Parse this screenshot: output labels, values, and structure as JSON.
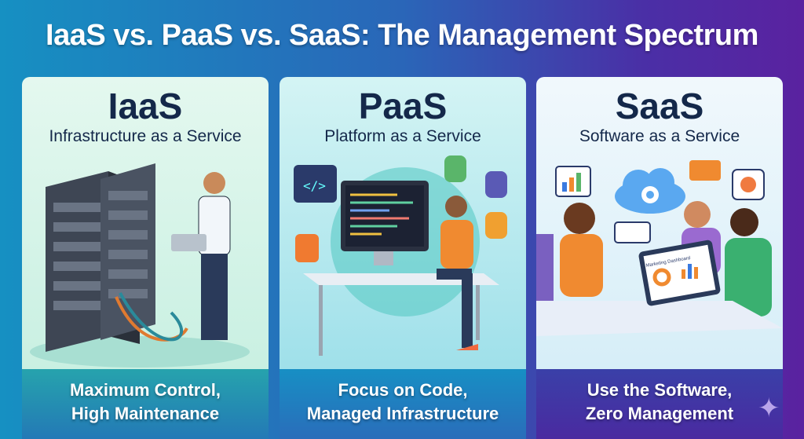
{
  "title": "IaaS vs. PaaS vs. SaaS: The Management Spectrum",
  "cards": [
    {
      "name": "IaaS",
      "subtitle": "Infrastructure as a Service",
      "tagline_1": "Maximum Control,",
      "tagline_2": "High Maintenance"
    },
    {
      "name": "PaaS",
      "subtitle": "Platform as a Service",
      "tagline_1": "Focus on Code,",
      "tagline_2": "Managed Infrastructure"
    },
    {
      "name": "SaaS",
      "subtitle": "Software as a Service",
      "tagline_1": "Use the Software,",
      "tagline_2": "Zero Management",
      "tablet_label": "Marketing Dashboard"
    }
  ],
  "icons": [
    "server-rack-icon",
    "laptop-icon",
    "code-icon",
    "database-icon",
    "monitor-icon",
    "cloud-gear-icon",
    "chart-icon",
    "chat-icon",
    "sparkle-icon"
  ]
}
